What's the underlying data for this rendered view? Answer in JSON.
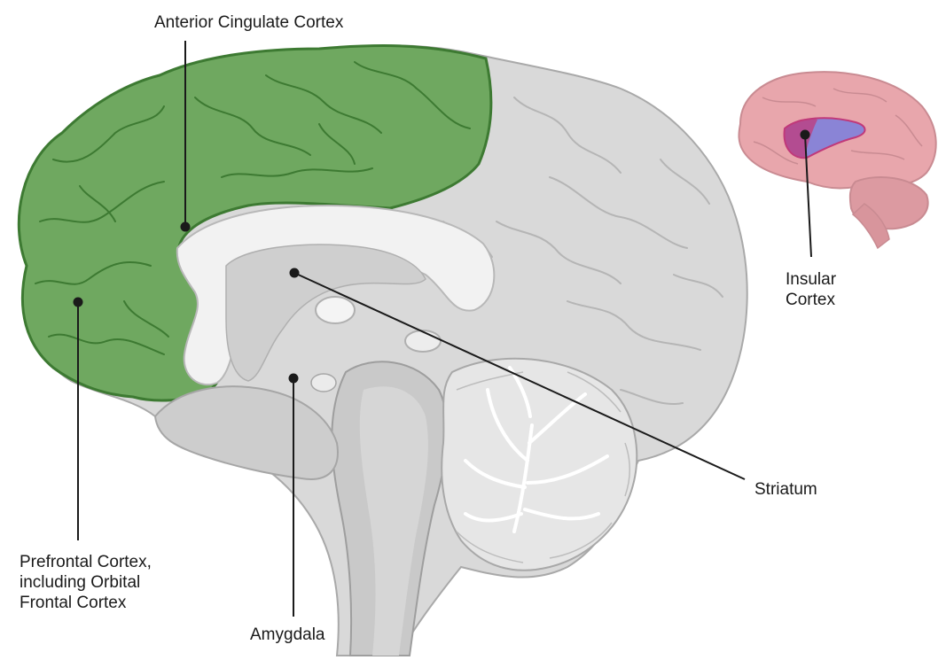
{
  "labels": {
    "anterior_cingulate": "Anterior Cingulate Cortex",
    "insular": [
      "Insular",
      "Cortex"
    ],
    "striatum": "Striatum",
    "prefrontal": [
      "Prefrontal Cortex,",
      "including Orbital",
      "Frontal Cortex"
    ],
    "amygdala": "Amygdala"
  },
  "colors": {
    "highlight_green": "#6fa860",
    "green_outline": "#3d7a32",
    "brain_gray": "#d9d9d9",
    "dark_gray": "#bdbdbd",
    "light_gray": "#ececec",
    "insula_pink": "#e8a6ac",
    "insula_magenta": "#c0397a",
    "insula_blue": "#8a84d6"
  }
}
